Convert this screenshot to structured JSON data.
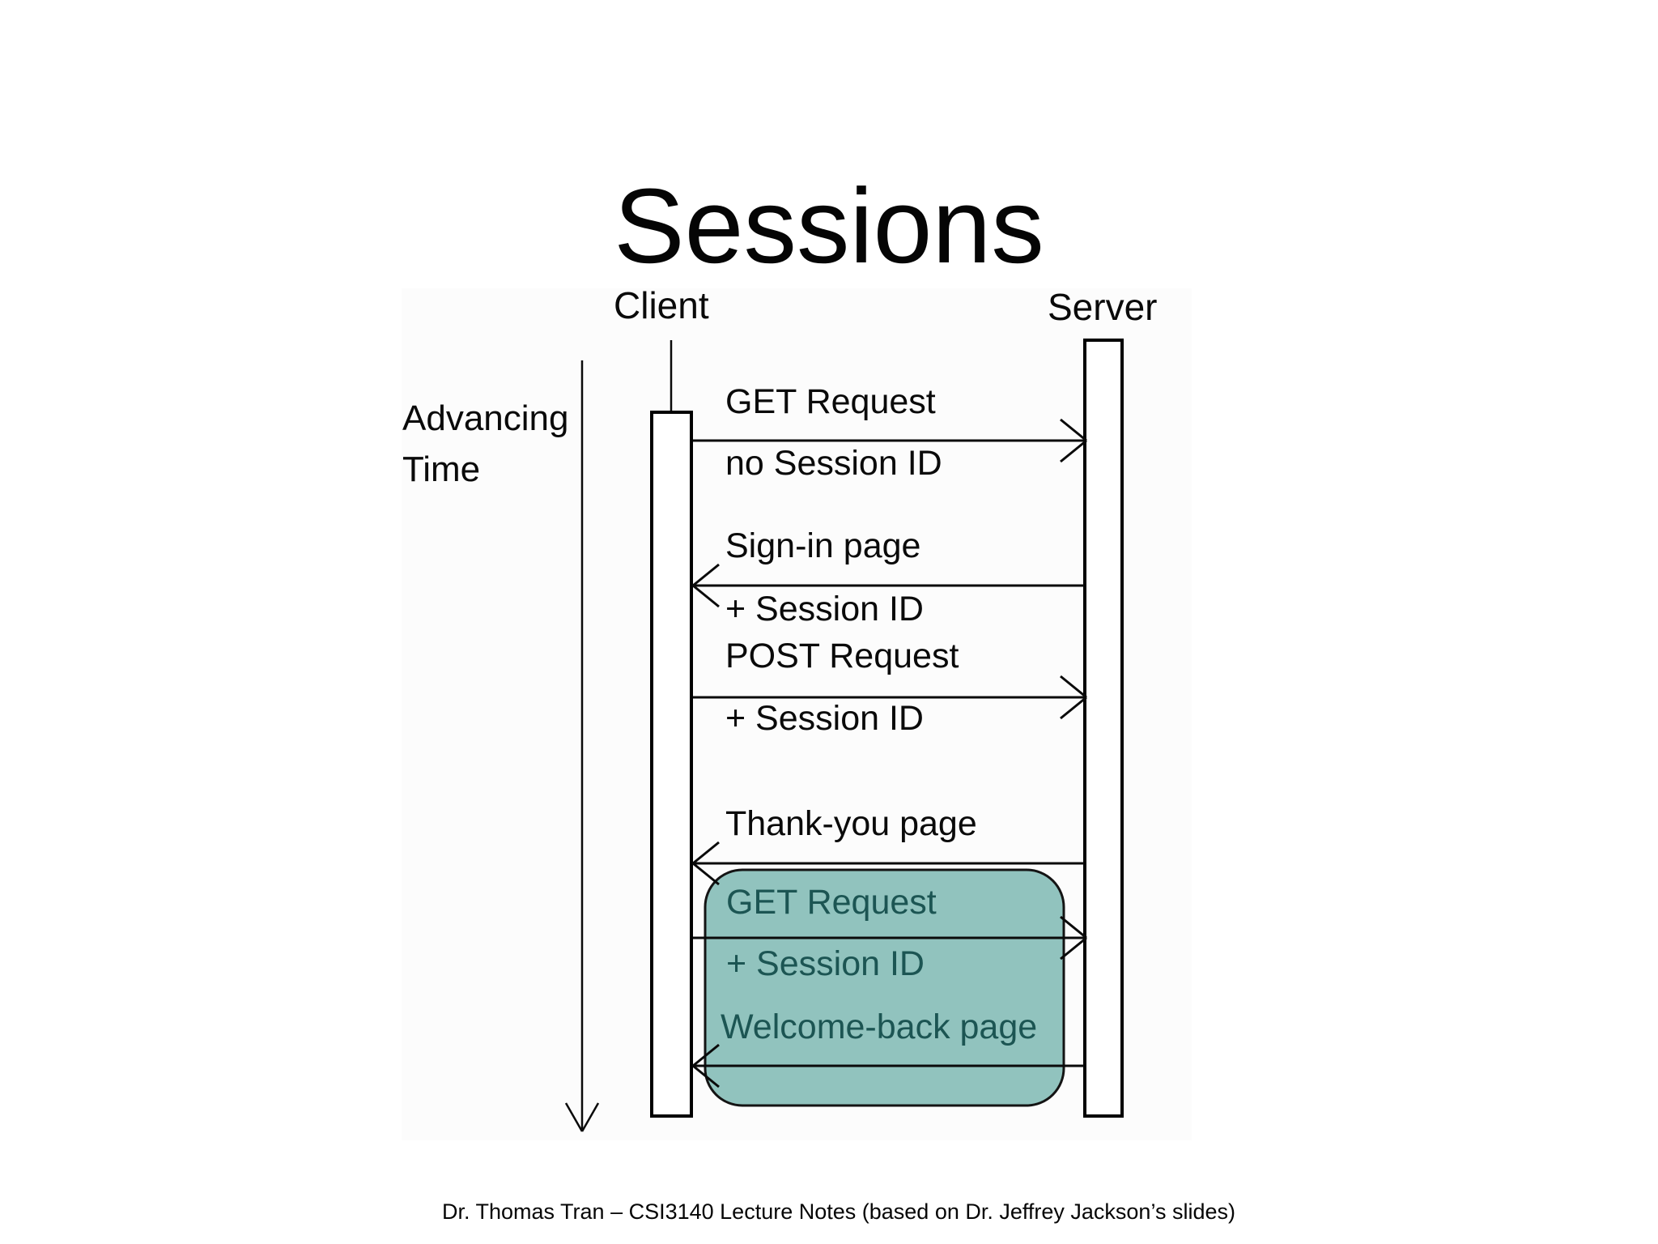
{
  "title": "Sessions",
  "footer": "Dr. Thomas Tran – CSI3140 Lecture Notes (based on Dr. Jeffrey Jackson’s slides)",
  "diagram": {
    "time_label_line1": "Advancing",
    "time_label_line2": "Time",
    "client_label": "Client",
    "server_label": "Server",
    "messages": [
      {
        "label": "GET Request",
        "sublabel": "no Session ID",
        "direction": "client-to-server",
        "highlighted": false
      },
      {
        "label": "Sign-in page",
        "sublabel": "+ Session ID",
        "direction": "server-to-client",
        "highlighted": false
      },
      {
        "label": "POST Request",
        "sublabel": "+ Session ID",
        "direction": "client-to-server",
        "highlighted": false
      },
      {
        "label": "Thank-you page",
        "sublabel": "",
        "direction": "server-to-client",
        "highlighted": false
      },
      {
        "label": "GET Request",
        "sublabel": "+ Session ID",
        "direction": "client-to-server",
        "highlighted": true
      },
      {
        "label": "Welcome-back page",
        "sublabel": "",
        "direction": "server-to-client",
        "highlighted": true
      }
    ],
    "colors": {
      "highlight_fill": "#91c3be",
      "highlight_text": "#1c5553",
      "line": "#0a0a0a"
    }
  }
}
